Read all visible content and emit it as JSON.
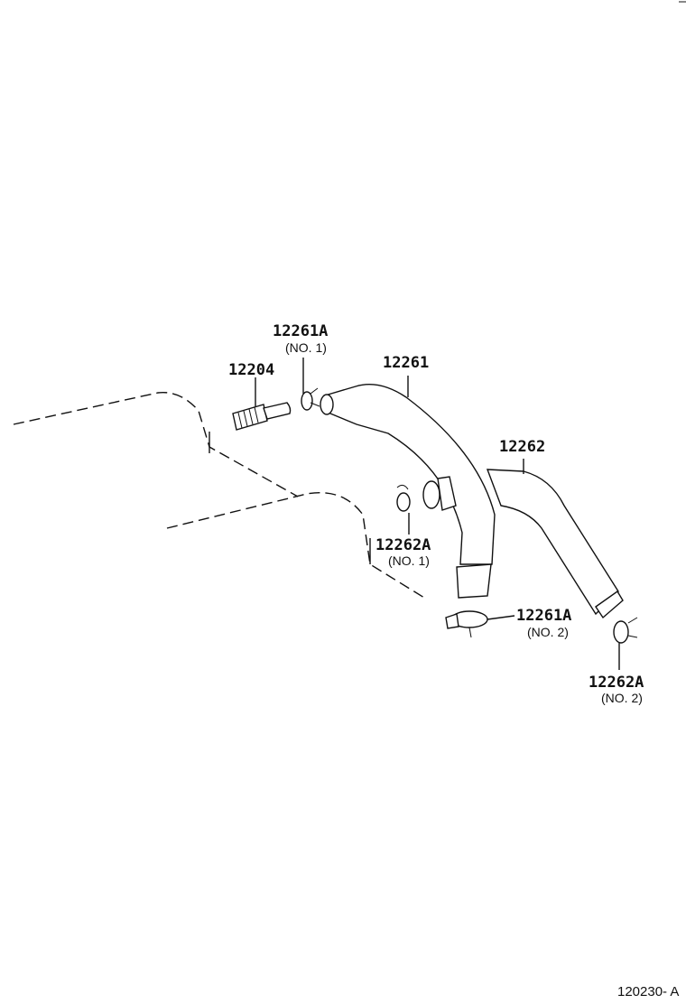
{
  "labels": {
    "p12261a_1": {
      "number": "12261A",
      "sub": "(NO. 1)"
    },
    "p12204": {
      "number": "12204"
    },
    "p12261": {
      "number": "12261"
    },
    "p12262": {
      "number": "12262"
    },
    "p12262a_1": {
      "number": "12262A",
      "sub": "(NO. 1)"
    },
    "p12261a_2": {
      "number": "12261A",
      "sub": "(NO. 2)"
    },
    "p12262a_2": {
      "number": "12262A",
      "sub": "(NO. 2)"
    }
  },
  "reference_code": "120230- A"
}
